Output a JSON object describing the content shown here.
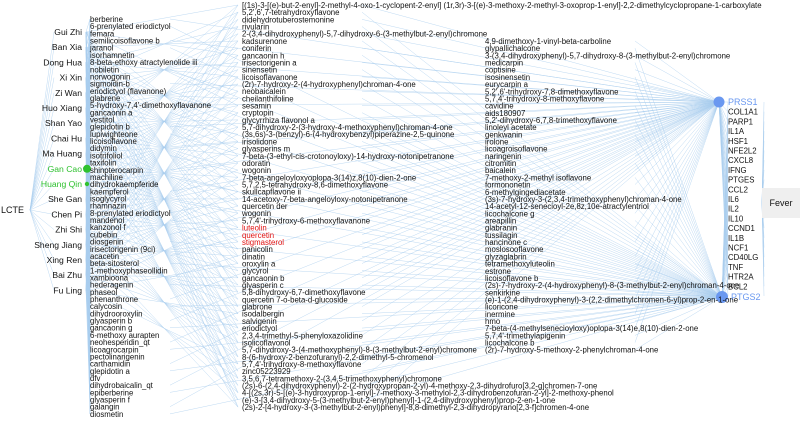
{
  "palette": {
    "edge": "#a8cdee",
    "herb_green": "#2fc12f",
    "target_blue": "#6a98f0",
    "fever_bg": "#efefef",
    "highlight_red": "#e01010"
  },
  "root": {
    "label": "LCTE"
  },
  "fever": {
    "label": "Fever"
  },
  "herbs": [
    {
      "label": "Gui Zhi",
      "highlight": false
    },
    {
      "label": "Ban Xia",
      "highlight": false
    },
    {
      "label": "Dong Hua",
      "highlight": false
    },
    {
      "label": "Xi Xin",
      "highlight": false
    },
    {
      "label": "Zi Wan",
      "highlight": false
    },
    {
      "label": "Huo Xiang",
      "highlight": false
    },
    {
      "label": "Shan Yao",
      "highlight": false
    },
    {
      "label": "Chai Hu",
      "highlight": false
    },
    {
      "label": "Ma Huang",
      "highlight": false
    },
    {
      "label": "Gan Cao",
      "highlight": true
    },
    {
      "label": "Huang Qin",
      "highlight": true
    },
    {
      "label": "She Gan",
      "highlight": false
    },
    {
      "label": "Chen Pi",
      "highlight": false
    },
    {
      "label": "Zhi Shi",
      "highlight": false
    },
    {
      "label": "Sheng Jiang",
      "highlight": false
    },
    {
      "label": "Xing Ren",
      "highlight": false
    },
    {
      "label": "Bai Zhu",
      "highlight": false
    },
    {
      "label": "Fu Ling",
      "highlight": false
    }
  ],
  "compounds_col1": [
    "berberine",
    "6-prenylated eriodictyol",
    "femara",
    "semilicoisoflavone b",
    "jaranol",
    "isorhamnetin",
    "8-beta-ethoxy atractylenolide iii",
    "nobiletin",
    "norwogonin",
    "sigmoidin-b",
    "eriodictyol (flavanone)",
    "glabrene",
    "5-hydroxy-7,4'-dimethoxyflavanone",
    "gancaonin a",
    "vestitol",
    "glepidotin b",
    "lupiwighteone",
    "licoisoflavone",
    "didymin",
    "isotrifoliol",
    "taxifolin",
    "shinpterocarpin",
    "machiline",
    "dihydrokaempferide",
    "kaempferol",
    "isoglycyrol",
    "rhamnazin",
    "8-prenylated eriodictyol",
    "mandenol",
    "kanzonol f",
    "cubebin",
    "diosgenin",
    "irisectorigenin (9ci)",
    "acacetin",
    "beta-sitosterol",
    "1-methoxyphaseollidin",
    "xambioona",
    "hederagenin",
    "phaseol",
    "phenanthrone",
    "calycosin",
    "dihydrooroxylin",
    "glyasperin b",
    "gancaonin g",
    "6-methoxy aurapten",
    "neohesperidin_qt",
    "licoagrocarpin",
    "pectolinarigenin",
    "carthamidin",
    "glepidotin a",
    "dfv",
    "dihydrobaicalin_qt",
    "epiberberine",
    "glyasperin f",
    "galangin",
    "diosmetin"
  ],
  "compounds_col2": [
    "[(1s)-3-[(e)-but-2-enyl]-2-methyl-4-oxo-1-cyclopent-2-enyl] (1r,3r)-3-[(e)-3-methoxy-2-methyl-3-oxoprop-1-enyl]-2,2-dimethylcyclopropane-1-carboxylate",
    "5,2',6',7-tetrahydroxyflavone",
    "didehydrotuberostemonine",
    "rivularin",
    "2-(3,4-dihydroxyphenyl)-5,7-dihydroxy-6-(3-methylbut-2-enyl)chromone",
    "kadsurenone",
    "coniferin",
    "gancaonin h",
    "irisectorigenin a",
    "sinensetin",
    "licoisoflavanone",
    "(2r)-7-hydroxy-2-(4-hydroxyphenyl)chroman-4-one",
    "neobaicalein",
    "cheilanthifoline",
    "sesamin",
    "cryptopin",
    "glycyrrhiza flavonol a",
    "5,7-dihydroxy-2-(3-hydroxy-4-methoxyphenyl)chroman-4-one",
    "(3s,6s)-3-(benzyl)-6-(4-hydroxybenzyl)piperazine-2,5-quinone",
    "irisolidone",
    "glyasperins m",
    "7-beta-(3-ethyl-cis-crotonoyloxy)-14-hydroxy-notonipetranone",
    "odoratin",
    "wogonin",
    "7-beta-angeloyloxyoplopa-3(14)z,8(10)-dien-2-one",
    "5,7,2,5-tetrahydroxy-8,6-dimethoxyflavone",
    "skullcapflavone ii",
    "14-acetoxy-7-beta-angeloyloxy-notonipetranone",
    "quercetin der",
    "wogonin",
    "5,7,4'-trihydroxy-6-methoxyflavanone",
    "luteolin",
    "quercetin",
    "stigmasterol",
    "panicolin",
    "dinatin",
    "oroxylin a",
    "glycyrol",
    "gancaonin b",
    "glyasperin c",
    "5,8-dihydroxy-6,7-dimethoxyflavone",
    "quercetin 7-o-beta-d-glucoside",
    "glabrone",
    "isodalbergin",
    "salvigenin",
    "eriodictyol",
    "2,3,4-trimethyl-5-phenyloxazolidine",
    "isolicoflavonol",
    "5,7-dihydroxy-3-(4-methoxyphenyl)-8-(3-methylbut-2-enyl)chromone",
    "8-(6-hydroxy-2-benzofuranyl)-2,2-dimethyl-5-chromenol",
    "5,7,4'-trihydroxy-8-methoxyflavone",
    "zinc05223929",
    "3,5,6,7-tetramethoxy-2-(3,4,5-trimethoxyphenyl)chromone",
    "(2s)-6-(2,4-dihydroxyphenyl)-2-(2-hydroxypropan-2-yl)-4-methoxy-2,3-dihydrofuro[3,2-g]chromen-7-one",
    "4-[(2s,3r)-5-[(e)-3-hydroxyprop-1-enyl]-7-methoxy-3-methylol-2,3-dihydrobenzofuran-2-yl]-2-methoxy-phenol",
    "(e)-3-[3,4-dihydroxy-5-(3-methylbut-2-enyl)phenyl]-1-(2,4-dihydroxyphenyl)prop-2-en-1-one",
    "(2s)-2-[4-hydroxy-3-(3-methylbut-2-enyl)phenyl]-8,8-dimethyl-2,3-dihydropyrano[2,3-f]chromen-4-one"
  ],
  "red_compounds": [
    "luteolin",
    "quercetin",
    "stigmasterol"
  ],
  "compounds_col3": [
    "4,9-dimethoxy-1-vinyl-beta-carboline",
    "glypallichalcone",
    "3-(3,4-dihydroxyphenyl)-5,7-dihydroxy-8-(3-methylbut-2-enyl)chromone",
    "medicarpin",
    "coptisine",
    "isosinensetin",
    "eurycarpin a",
    "5,2',6'-trihydroxy-7,8-dimethoxyflavone",
    "5,7,4'-trihydroxy-8-methoxyflavone",
    "cavidine",
    "aids180907",
    "5,2'-dihydroxy-6,7,8-trimethoxyflavone",
    "linoleyl acetate",
    "genkwanin",
    "irolone",
    "licoagroisoflavone",
    "naringenin",
    "citromitin",
    "baicalein",
    "7-methoxy-2-methyl isoflavone",
    "formononetin",
    "6-methylgingediacetate",
    "(3s)-7-hydroxy-3-(2,3,4-trimethoxyphenyl)chroman-4-one",
    "14-acetyl-12-senecioyl-2e,8z,10e-atractylentriol",
    "licochalcone g",
    "areapillin",
    "glabranin",
    "tussilagin",
    "hancinone c",
    "moslosooflavone",
    "glyzaglabrin",
    "tetramethoxyluteolin",
    "estrone",
    "licoisoflavone b",
    "(2s)-7-hydroxy-2-(4-hydroxyphenyl)-8-(3-methylbut-2-enyl)chroman-4-one",
    "senkirkine",
    "(e)-1-(2,4-dihydroxyphenyl)-3-(2,2-dimethylchromen-6-yl)prop-2-en-1-one",
    "licoricone",
    "inermine",
    "hmo",
    "7-beta-(4-methylsenecioyloxy)oplopa-3(14)e,8(10)-dien-2-one",
    "5,7,4'-trimethylapigenin",
    "licochalcone b",
    "(2r)-7-hydroxy-5-methoxy-2-phenylchroman-4-one"
  ],
  "targets": [
    {
      "label": "PRSS1",
      "hub": true
    },
    {
      "label": "COL1A1",
      "hub": false
    },
    {
      "label": "PARP1",
      "hub": false
    },
    {
      "label": "IL1A",
      "hub": false
    },
    {
      "label": "HSF1",
      "hub": false
    },
    {
      "label": "NFE2L2",
      "hub": false
    },
    {
      "label": "CXCL8",
      "hub": false
    },
    {
      "label": "IFNG",
      "hub": false
    },
    {
      "label": "PTGES",
      "hub": false
    },
    {
      "label": "CCL2",
      "hub": false
    },
    {
      "label": "IL6",
      "hub": false
    },
    {
      "label": "IL2",
      "hub": false
    },
    {
      "label": "IL10",
      "hub": false
    },
    {
      "label": "CCND1",
      "hub": false
    },
    {
      "label": "IL1B",
      "hub": false
    },
    {
      "label": "NCF1",
      "hub": false
    },
    {
      "label": "CD40LG",
      "hub": false
    },
    {
      "label": "TNF",
      "hub": false
    },
    {
      "label": "HTR2A",
      "hub": false
    },
    {
      "label": "BCL2",
      "hub": false
    },
    {
      "label": "PTGS2",
      "hub": true
    }
  ]
}
